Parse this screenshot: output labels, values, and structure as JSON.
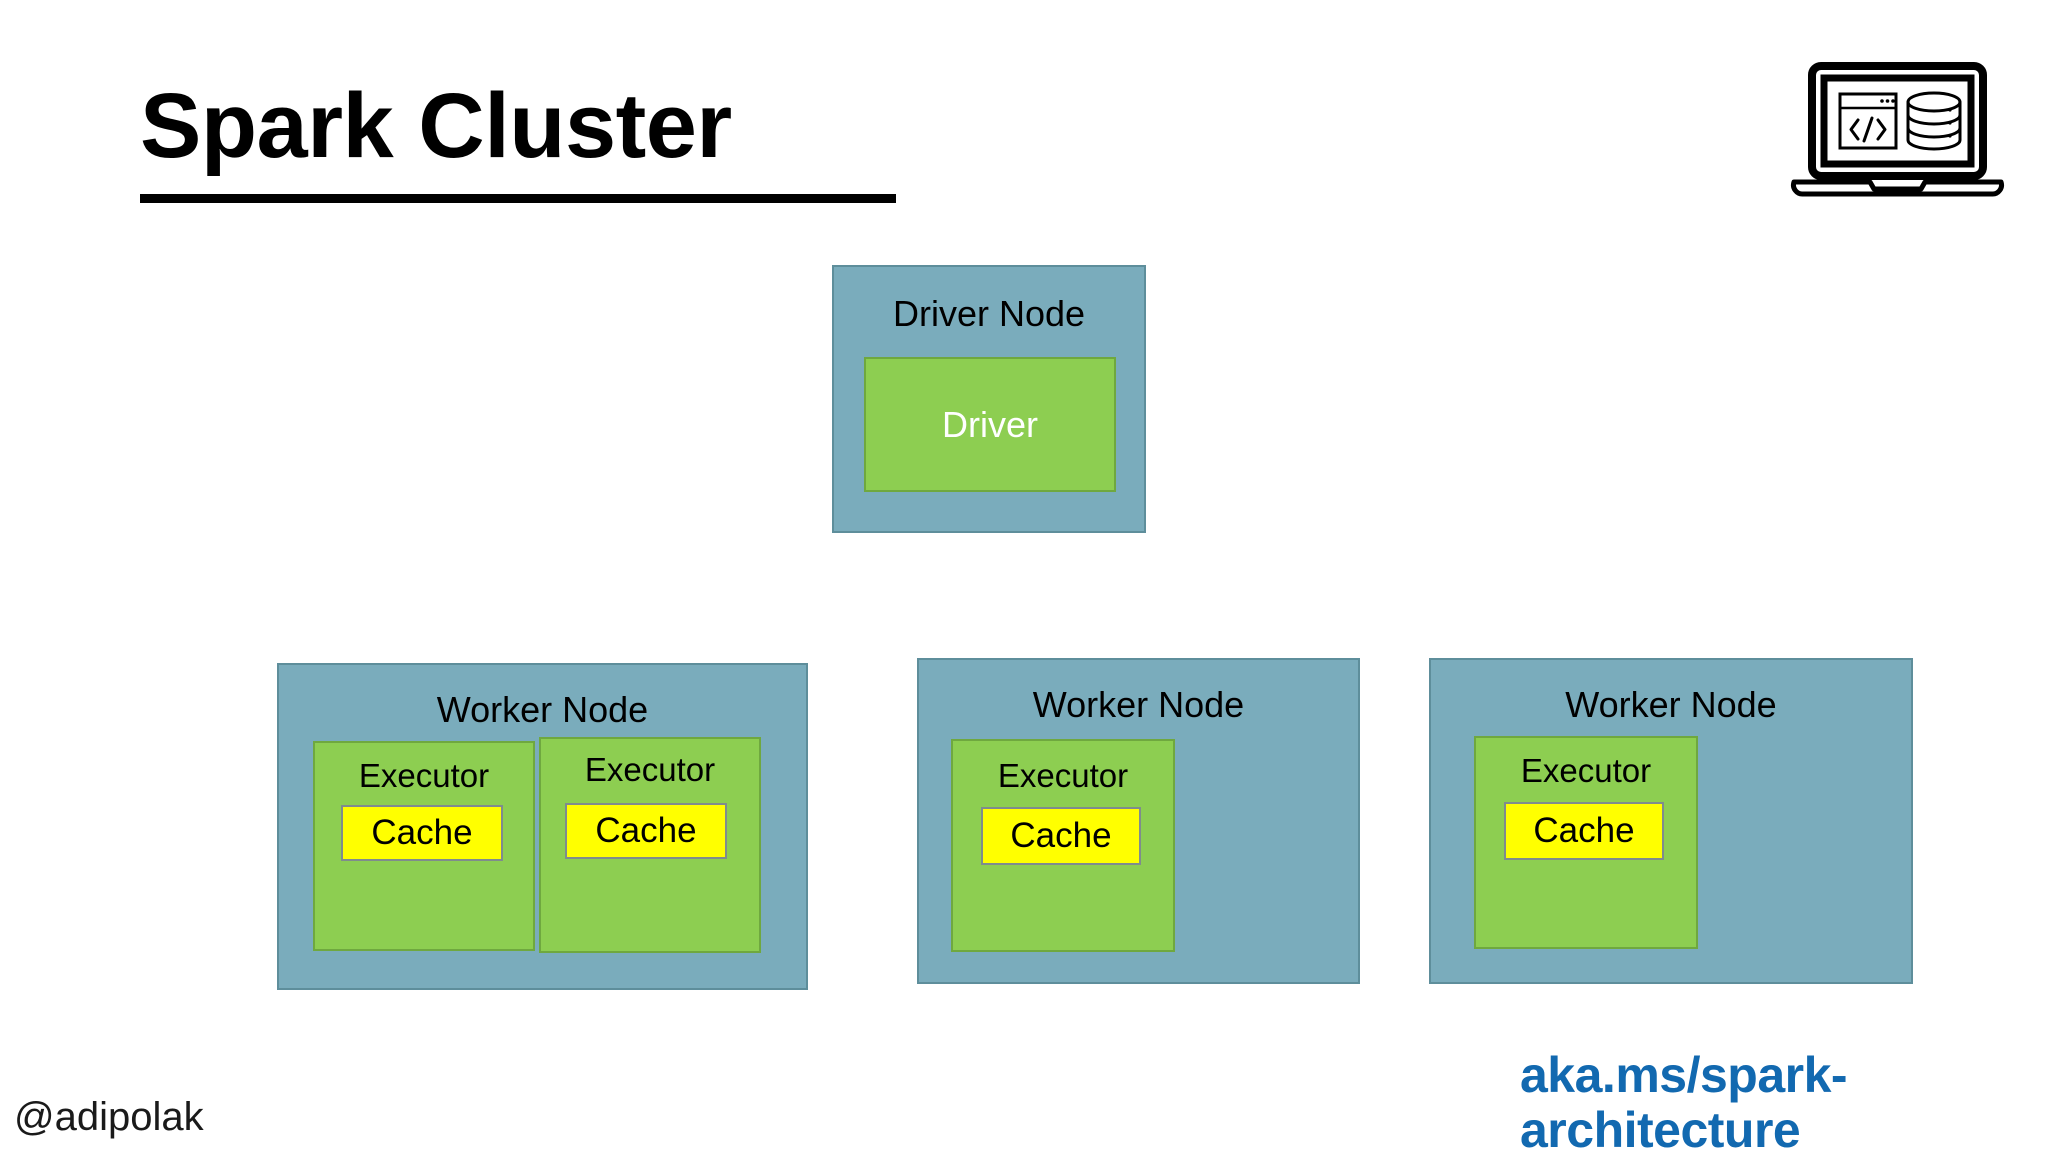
{
  "title": {
    "text": "Spark Cluster",
    "underlined": true
  },
  "icons": {
    "laptop": "laptop-code-database-icon",
    "code_window": "code-window-icon",
    "database": "database-cylinder-icon"
  },
  "colors": {
    "node_fill": "#7AACBC",
    "node_border": "#5E8E9B",
    "executor_fill": "#8DCE51",
    "executor_border": "#6FA83F",
    "cache_fill": "#FFFF00",
    "cache_border": "#7F8C8D",
    "link_blue": "#1269B0",
    "driver_text": "#FFFFFF",
    "background": "#FFFFFF"
  },
  "driver_node": {
    "label": "Driver Node",
    "driver_box_label": "Driver"
  },
  "worker_nodes": [
    {
      "label": "Worker Node",
      "executors": [
        {
          "label": "Executor",
          "cache_label": "Cache"
        },
        {
          "label": "Executor",
          "cache_label": "Cache"
        }
      ]
    },
    {
      "label": "Worker Node",
      "executors": [
        {
          "label": "Executor",
          "cache_label": "Cache"
        }
      ]
    },
    {
      "label": "Worker Node",
      "executors": [
        {
          "label": "Executor",
          "cache_label": "Cache"
        }
      ]
    }
  ],
  "footer": {
    "handle": "@adipolak",
    "link_line_1": "aka.ms/spark-",
    "link_line_2": "architecture"
  }
}
